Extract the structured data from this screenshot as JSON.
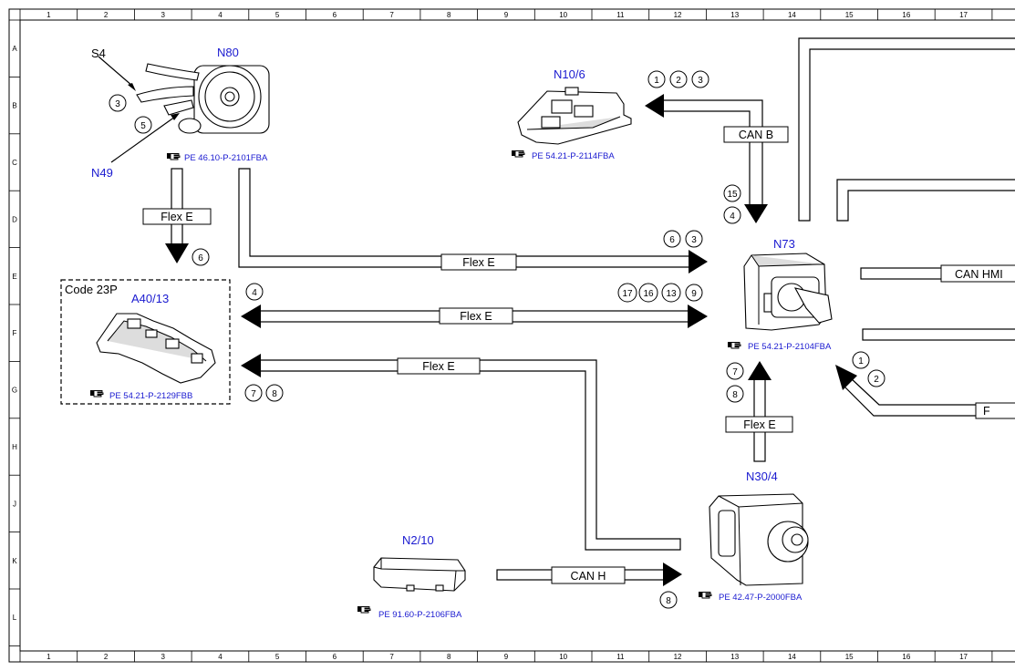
{
  "ruler": {
    "columns": [
      "1",
      "2",
      "3",
      "4",
      "5",
      "6",
      "7",
      "8",
      "9",
      "10",
      "11",
      "12",
      "13",
      "14",
      "15",
      "16",
      "17"
    ],
    "rows": [
      "A",
      "B",
      "C",
      "D",
      "E",
      "F",
      "G",
      "H",
      "J",
      "K",
      "L"
    ]
  },
  "components": {
    "n80": {
      "label": "N80",
      "ref": "PE 46.10-P-2101FBA"
    },
    "s4": {
      "label": "S4"
    },
    "n49": {
      "label": "N49"
    },
    "n10_6": {
      "label": "N10/6",
      "ref": "PE 54.21-P-2114FBA"
    },
    "n73": {
      "label": "N73",
      "ref": "PE 54.21-P-2104FBA"
    },
    "a40_13": {
      "label": "A40/13",
      "code": "Code 23P",
      "ref": "PE 54.21-P-2129FBB"
    },
    "n30_4": {
      "label": "N30/4",
      "ref": "PE 42.47-P-2000FBA"
    },
    "n2_10": {
      "label": "N2/10",
      "ref": "PE 91.60-P-2106FBA"
    }
  },
  "buses": {
    "can_b": "CAN B",
    "flex_e_1": "Flex E",
    "flex_e_2": "Flex E",
    "flex_e_3": "Flex E",
    "flex_e_4": "Flex E",
    "flex_e_5": "Flex E",
    "can_hmi": "CAN HMI",
    "can_h": "CAN H",
    "f_cut": "F"
  },
  "callouts": {
    "n80_3": "3",
    "n80_5": "5",
    "n10_1": "1",
    "n10_2": "2",
    "n10_3": "3",
    "canb_15": "15",
    "canb_4": "4",
    "flexd_6": "6",
    "flexe_6": "6",
    "flexe_3": "3",
    "a40_4": "4",
    "flexf_17": "17",
    "flexf_16": "16",
    "flexf_13": "13",
    "flexf_9": "9",
    "a40_7": "7",
    "a40_8": "8",
    "n73_7": "7",
    "n73_8": "8",
    "n73_1": "1",
    "n73_2": "2",
    "canh_8": "8"
  },
  "icons": [
    "hand-pointer-icon"
  ],
  "colors": {
    "label_blue": "#1a1ad0",
    "line": "#000000"
  }
}
